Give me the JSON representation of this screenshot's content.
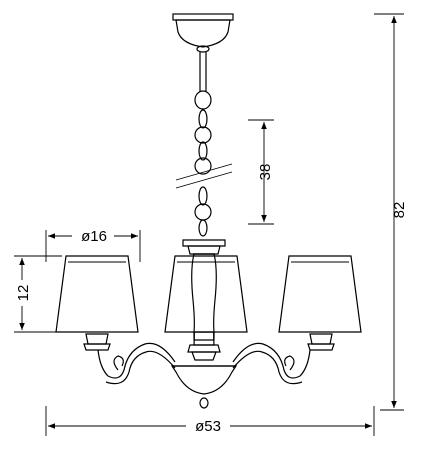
{
  "dimensions": {
    "chain_length": "38",
    "total_height": "82",
    "shade_diameter": "ø16",
    "shade_height": "12",
    "total_width": "ø53"
  }
}
